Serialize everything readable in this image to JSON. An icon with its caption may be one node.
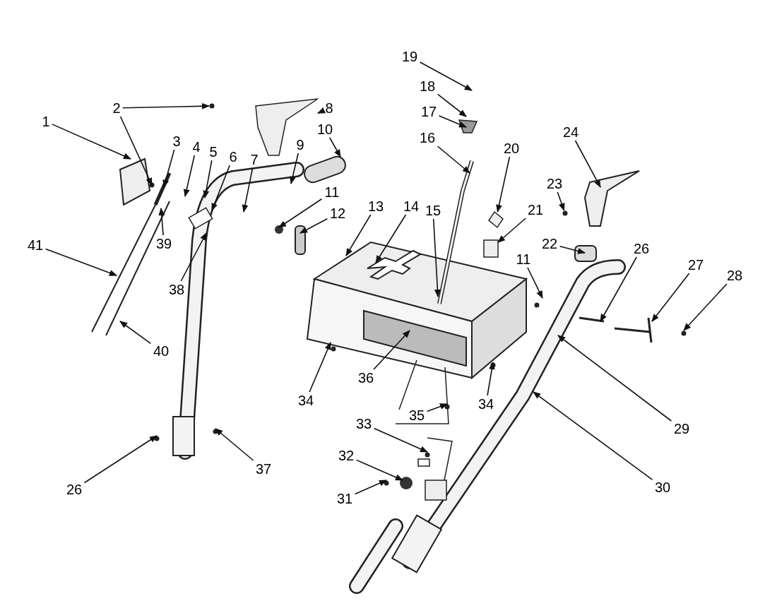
{
  "diagram": {
    "nodes": [
      {
        "text": [
          "1"
        ]
      },
      {
        "text": [
          "2"
        ]
      },
      {
        "text": [
          "3"
        ]
      },
      {
        "text": [
          "4"
        ]
      },
      {
        "text": [
          "5"
        ]
      },
      {
        "text": [
          "6"
        ]
      },
      {
        "text": [
          "7"
        ]
      },
      {
        "text": [
          "8"
        ]
      },
      {
        "text": [
          "9"
        ]
      },
      {
        "text": [
          "10"
        ]
      },
      {
        "text": [
          "11"
        ]
      },
      {
        "text": [
          "12"
        ]
      },
      {
        "text": [
          "13"
        ]
      },
      {
        "text": [
          "14"
        ]
      },
      {
        "text": [
          "15"
        ]
      },
      {
        "text": [
          "16"
        ]
      },
      {
        "text": [
          "17"
        ]
      },
      {
        "text": [
          "18"
        ]
      },
      {
        "text": [
          "19"
        ]
      },
      {
        "text": [
          "20"
        ]
      },
      {
        "text": [
          "21"
        ]
      },
      {
        "text": [
          "22"
        ]
      },
      {
        "text": [
          "23"
        ]
      },
      {
        "text": [
          "24"
        ]
      },
      {
        "text": [
          "11"
        ]
      },
      {
        "text": [
          "26"
        ]
      },
      {
        "text": [
          "27"
        ]
      },
      {
        "text": [
          "28"
        ]
      },
      {
        "text": [
          "29"
        ]
      },
      {
        "text": [
          "30"
        ]
      },
      {
        "text": [
          "31"
        ]
      },
      {
        "text": [
          "32"
        ]
      },
      {
        "text": [
          "33"
        ]
      },
      {
        "text": [
          "34"
        ]
      },
      {
        "text": [
          "34"
        ]
      },
      {
        "text": [
          "35"
        ]
      },
      {
        "text": [
          "36"
        ]
      },
      {
        "text": [
          "37"
        ]
      },
      {
        "text": [
          "26"
        ]
      },
      {
        "text": [
          "38"
        ]
      },
      {
        "text": [
          "39"
        ]
      },
      {
        "text": [
          "40"
        ]
      },
      {
        "text": [
          "41"
        ]
      },
      {
        "text": [],
        "shape": "circle"
      },
      {
        "text": [],
        "shape": "picture"
      },
      {
        "text": [],
        "shape": "picture"
      },
      {
        "text": [],
        "shape": "box"
      },
      {
        "text": [],
        "shape": "circle"
      }
    ],
    "edges": [
      {
        "from": 0,
        "to": null,
        "arrow": "to"
      },
      {
        "from": 1,
        "to": 43,
        "arrow": "to"
      },
      {
        "from": 1,
        "to": null,
        "arrow": "to"
      },
      {
        "from": 2,
        "to": null,
        "arrow": "to"
      },
      {
        "from": 3,
        "to": null,
        "arrow": "to"
      },
      {
        "from": 4,
        "to": null,
        "arrow": "to"
      },
      {
        "from": 5,
        "to": null,
        "arrow": "to"
      },
      {
        "from": 6,
        "to": null,
        "arrow": "to"
      },
      {
        "from": 7,
        "to": 44,
        "arrow": "to"
      },
      {
        "from": 8,
        "to": null,
        "arrow": "to"
      },
      {
        "from": 9,
        "to": null,
        "arrow": "to"
      },
      {
        "from": 10,
        "to": null,
        "arrow": "to"
      },
      {
        "from": 11,
        "to": null,
        "arrow": "to"
      },
      {
        "from": 12,
        "to": null,
        "arrow": "to"
      },
      {
        "from": 13,
        "to": null,
        "arrow": "to"
      },
      {
        "from": 14,
        "to": null,
        "arrow": "to"
      },
      {
        "from": 15,
        "to": null,
        "arrow": "to"
      },
      {
        "from": 16,
        "to": null,
        "arrow": "to"
      },
      {
        "from": 17,
        "to": null,
        "arrow": "to"
      },
      {
        "from": 18,
        "to": null,
        "arrow": "to"
      },
      {
        "from": 19,
        "to": 45,
        "arrow": "to"
      },
      {
        "from": 20,
        "to": 46,
        "arrow": "to"
      },
      {
        "from": 21,
        "to": null,
        "arrow": "to"
      },
      {
        "from": 22,
        "to": 47,
        "arrow": "to"
      },
      {
        "from": 23,
        "to": null,
        "arrow": "to"
      },
      {
        "from": 24,
        "to": null,
        "arrow": "to"
      },
      {
        "from": 25,
        "to": null,
        "arrow": "to"
      },
      {
        "from": 26,
        "to": null,
        "arrow": "to"
      },
      {
        "from": 27,
        "to": null,
        "arrow": "to"
      },
      {
        "from": 28,
        "to": null,
        "arrow": "to"
      },
      {
        "from": 29,
        "to": null,
        "arrow": "to"
      },
      {
        "from": 30,
        "to": null,
        "arrow": "to"
      },
      {
        "from": 31,
        "to": null,
        "arrow": "to"
      },
      {
        "from": 32,
        "to": null,
        "arrow": "to"
      },
      {
        "from": 33,
        "to": null,
        "arrow": "to"
      },
      {
        "from": 34,
        "to": null,
        "arrow": "to"
      },
      {
        "from": 35,
        "to": null,
        "arrow": "to"
      },
      {
        "from": 36,
        "to": null,
        "arrow": "to"
      },
      {
        "from": 37,
        "to": null,
        "arrow": "to"
      },
      {
        "from": 38,
        "to": null,
        "arrow": "to"
      },
      {
        "from": 39,
        "to": null,
        "arrow": "to"
      },
      {
        "from": 40,
        "to": null,
        "arrow": "to"
      },
      {
        "from": 41,
        "to": null,
        "arrow": "to"
      },
      {
        "from": 42,
        "to": null,
        "arrow": "to"
      }
    ]
  }
}
